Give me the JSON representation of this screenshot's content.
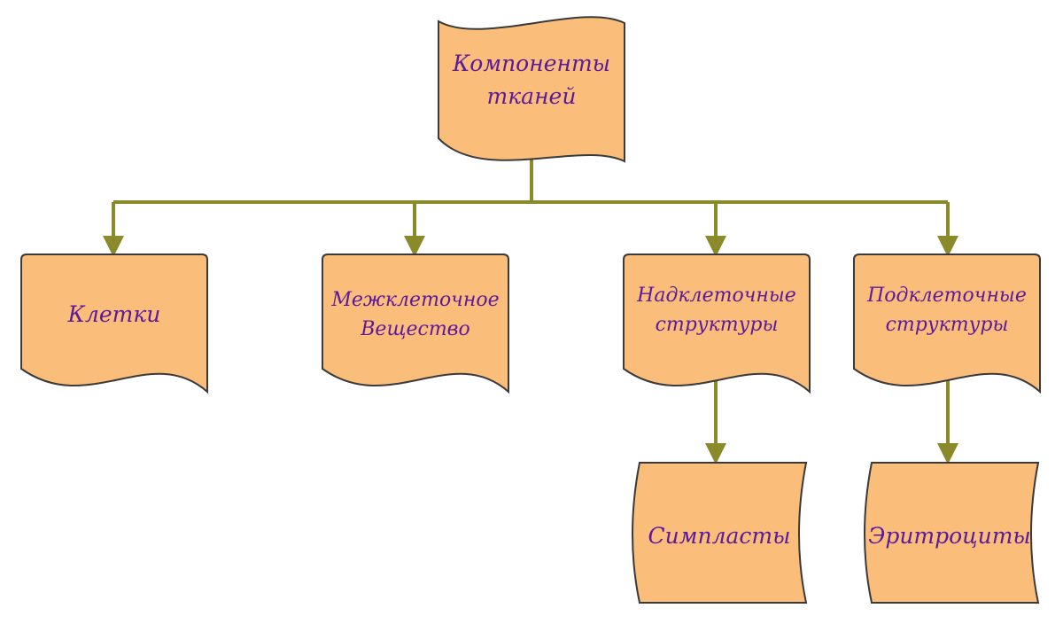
{
  "colors": {
    "node_fill": "#fbbd7a",
    "node_stroke": "#3a3a3a",
    "connector": "#8b8a2a",
    "text": "#5b1a9c"
  },
  "nodes": {
    "root": "Компоненты\nтканей",
    "cells": "Клетки",
    "intercellular": "Межклеточное\nВещество",
    "supracellular": "Надклеточные\nструктуры",
    "subcellular": "Подклеточные\nструктуры",
    "symplasts": "Симпласты",
    "erythrocytes": "Эритроциты"
  }
}
